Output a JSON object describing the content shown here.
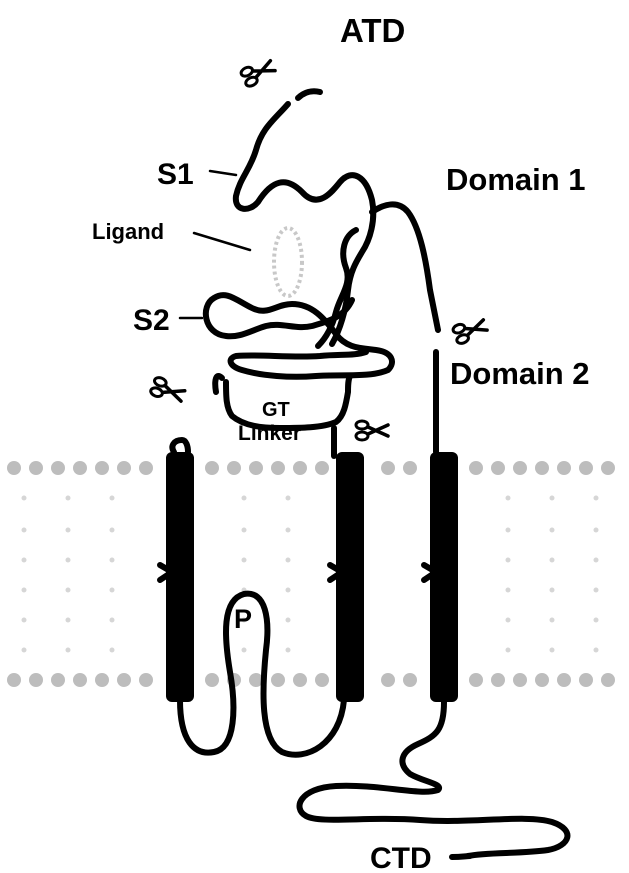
{
  "labels": {
    "atd": "ATD",
    "domain1": "Domain 1",
    "domain2": "Domain 2",
    "s1": "S1",
    "s2": "S2",
    "ligand": "Ligand",
    "gt": "GT",
    "linker": "Linker",
    "pore": "P",
    "ctd": "CTD"
  },
  "icons": {
    "scissors": "scissors-icon"
  },
  "colors": {
    "strand": "#000000",
    "helix": "#000000",
    "membrane": "#bdbdbd",
    "ligand": "#c8c8c8",
    "background": "#ffffff"
  }
}
